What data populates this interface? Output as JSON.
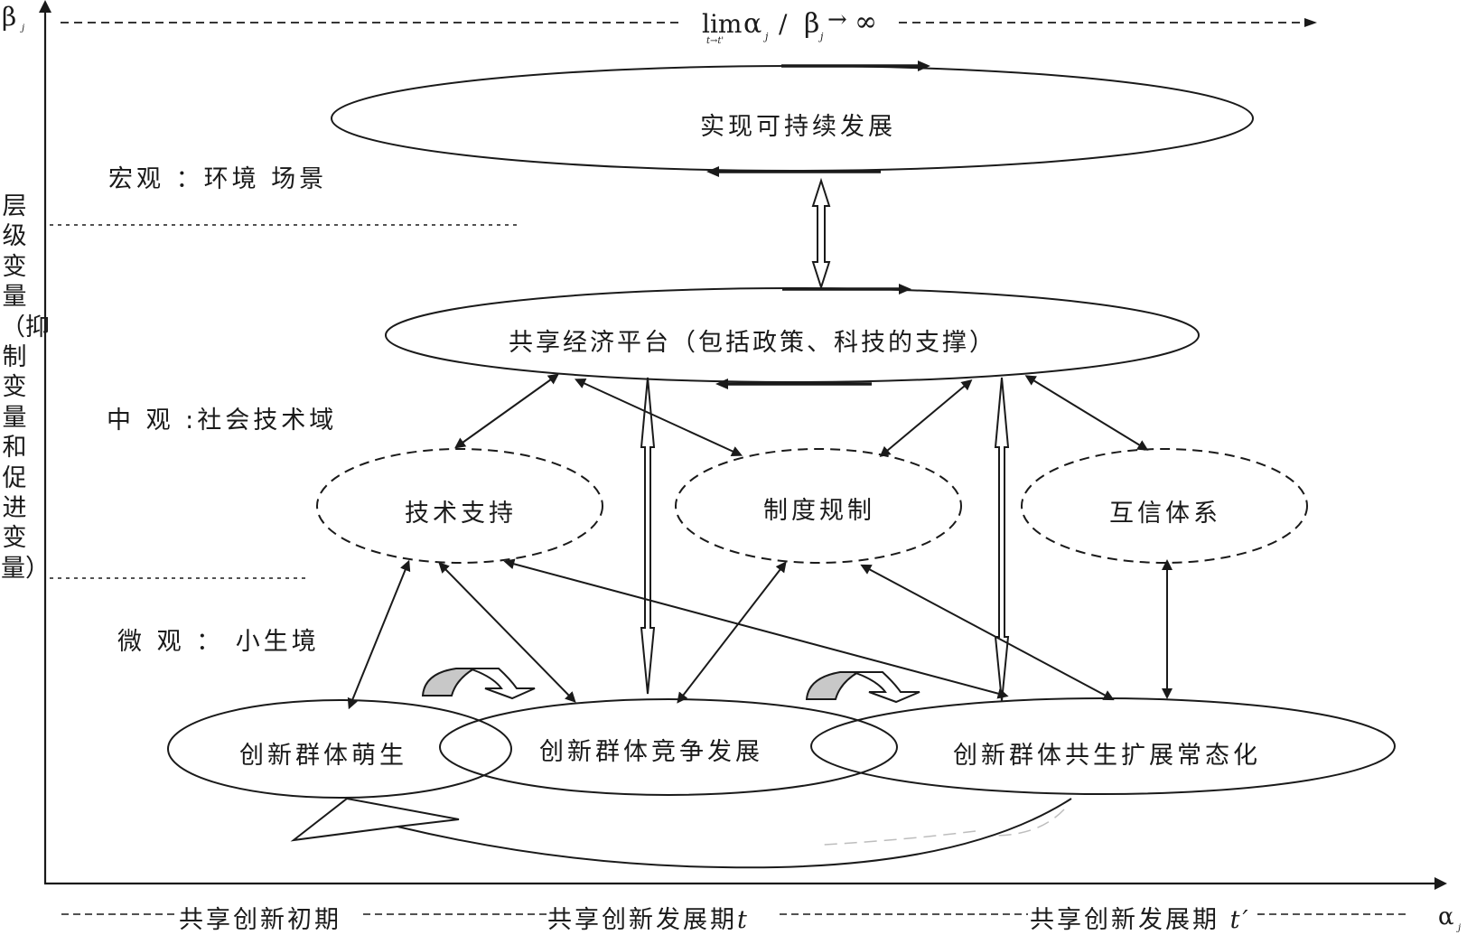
{
  "axes": {
    "y_label": "β",
    "y_sub": "j",
    "x_label": "α",
    "x_sub": "j",
    "y_title": "层级变量（抑制变量和促进变量）"
  },
  "top_formula": {
    "lim": "lim",
    "lim_sub": "t→t'",
    "alpha": "α",
    "alpha_sub": "j",
    "slash": "/",
    "beta": "β",
    "beta_sub": "j",
    "arrow": "→",
    "infinity": "∞"
  },
  "levels": {
    "macro": "宏观 ：环境 场景",
    "meso": "中 观 :社会技术域",
    "micro": "微 观 ：  小生境"
  },
  "nodes": {
    "sustainable": "实现可持续发展",
    "platform": "共享经济平台（包括政策、科技的支撑）",
    "tech": "技术支持",
    "institution": "制度规制",
    "trust": "互信体系",
    "emerge": "创新群体萌生",
    "compete": "创新群体竞争发展",
    "symbiosis": "创新群体共生扩展常态化"
  },
  "phases": {
    "initial": "共享创新初期",
    "develop_t": "共享创新发展期",
    "t": "t",
    "develop_t2": "共享创新发展期",
    "t2": "t′"
  },
  "colors": {
    "stroke": "#1a1a1a",
    "accent_fill": "#c8c8c8",
    "background": "#ffffff"
  }
}
